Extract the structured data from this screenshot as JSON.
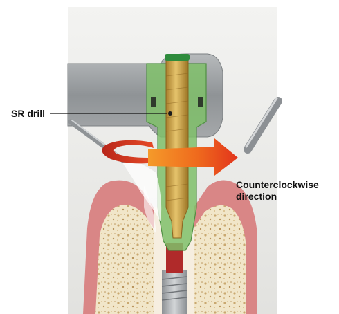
{
  "labels": {
    "drill": "SR drill",
    "direction_line1": "Counterclockwise",
    "direction_line2": "direction"
  },
  "colors": {
    "background_panel": "#ececea",
    "handpiece_metal": "#9a9d9f",
    "drill_gold": "#c9a046",
    "sleeve_green": "#7fbf6a",
    "gum_pink": "#d98686",
    "bone": "#efe3c4",
    "implant_gray": "#a9adb1",
    "arrow_red": "#e2341c",
    "arrow_orange": "#f07a1e"
  },
  "icons": {
    "rotation_arrow": "curved-rotation-arrow-icon",
    "direction_arrow": "right-arrow-icon"
  }
}
